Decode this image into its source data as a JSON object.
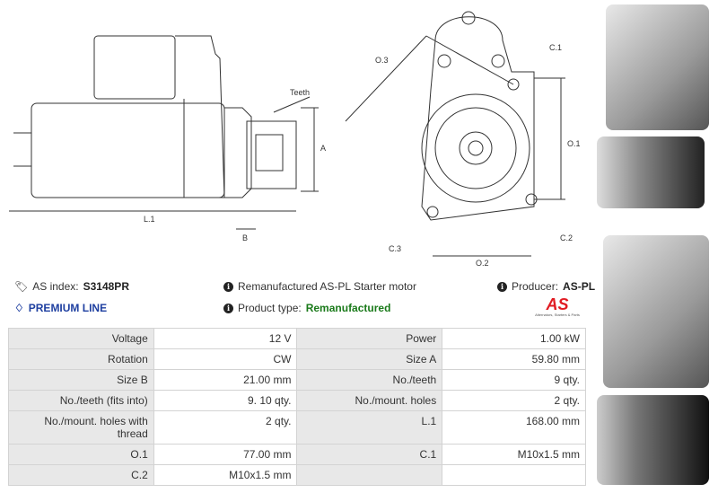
{
  "diagram": {
    "side_labels": {
      "teeth": "Teeth",
      "a": "A",
      "l1": "L.1",
      "b": "B"
    },
    "front_labels": {
      "o3": "O.3",
      "c1": "C.1",
      "o1": "O.1",
      "c3": "C.3",
      "c2": "C.2",
      "o2": "O.2"
    }
  },
  "info": {
    "as_index_label": "AS index:",
    "as_index_value": "S3148PR",
    "premium": "PREMIUM LINE",
    "description": "Remanufactured AS-PL Starter motor",
    "product_type_label": "Product type:",
    "product_type_value": "Remanufactured",
    "producer_label": "Producer:",
    "producer_value": "AS-PL",
    "logo_text": "AS",
    "logo_tagline": "Alternators, Starters & Parts"
  },
  "colors": {
    "premium": "#1e3fa0",
    "remanufactured": "#1a7a1a",
    "logo": "#e11b22"
  },
  "specs": [
    [
      {
        "k": "Voltage",
        "v": "12 V"
      },
      {
        "k": "Power",
        "v": "1.00 kW"
      }
    ],
    [
      {
        "k": "Rotation",
        "v": "CW"
      },
      {
        "k": "Size A",
        "v": "59.80 mm"
      }
    ],
    [
      {
        "k": "Size B",
        "v": "21.00 mm"
      },
      {
        "k": "No./teeth",
        "v": "9 qty."
      }
    ],
    [
      {
        "k": "No./teeth (fits into)",
        "v": "9. 10 qty."
      },
      {
        "k": "No./mount. holes",
        "v": "2 qty."
      }
    ],
    [
      {
        "k": "No./mount. holes with thread",
        "v": "2 qty."
      },
      {
        "k": "L.1",
        "v": "168.00 mm"
      }
    ],
    [
      {
        "k": "O.1",
        "v": "77.00 mm"
      },
      {
        "k": "C.1",
        "v": "M10x1.5 mm"
      }
    ],
    [
      {
        "k": "C.2",
        "v": "M10x1.5 mm"
      },
      {
        "k": "",
        "v": ""
      }
    ]
  ]
}
